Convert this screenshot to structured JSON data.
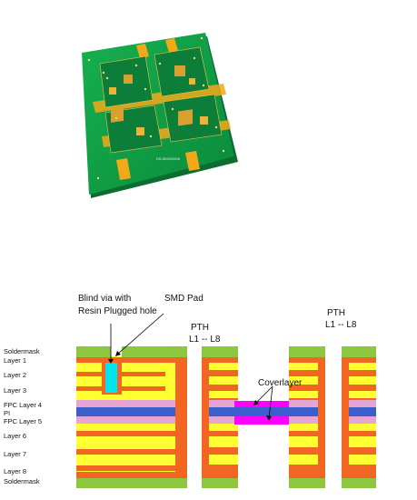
{
  "callouts": {
    "blind_via": "Blind via with",
    "blind_via_2": "Resin Plugged hole",
    "smd_pad": "SMD Pad",
    "pth_left": "PTH",
    "pth_left_range": "L1 -- L8",
    "pth_right": "PTH",
    "pth_right_range": "L1 -- L8",
    "coverlayer": "Coverlayer"
  },
  "stackup_labels": [
    "Soldermask",
    "Layer 1",
    "Layer 2",
    "Layer 3",
    "FPC Layer 4",
    "PI",
    "FPC Layer 5",
    "Layer 6",
    "Layer 7",
    "Layer 8",
    "Soldermask"
  ],
  "board_silkscreen": "DS-5090/2008",
  "colors": {
    "soldermask": "#8dc63f",
    "copper": "#f26522",
    "prepreg": "#ffff33",
    "fpc_coverlay_pink": "#e6a5d2",
    "polyimide": "#3a5fcd",
    "coverlayer": "#ff00ff",
    "resin": "#00e5ee",
    "pcb_green": "#0f9a45",
    "pcb_gold": "#f3a81a"
  }
}
